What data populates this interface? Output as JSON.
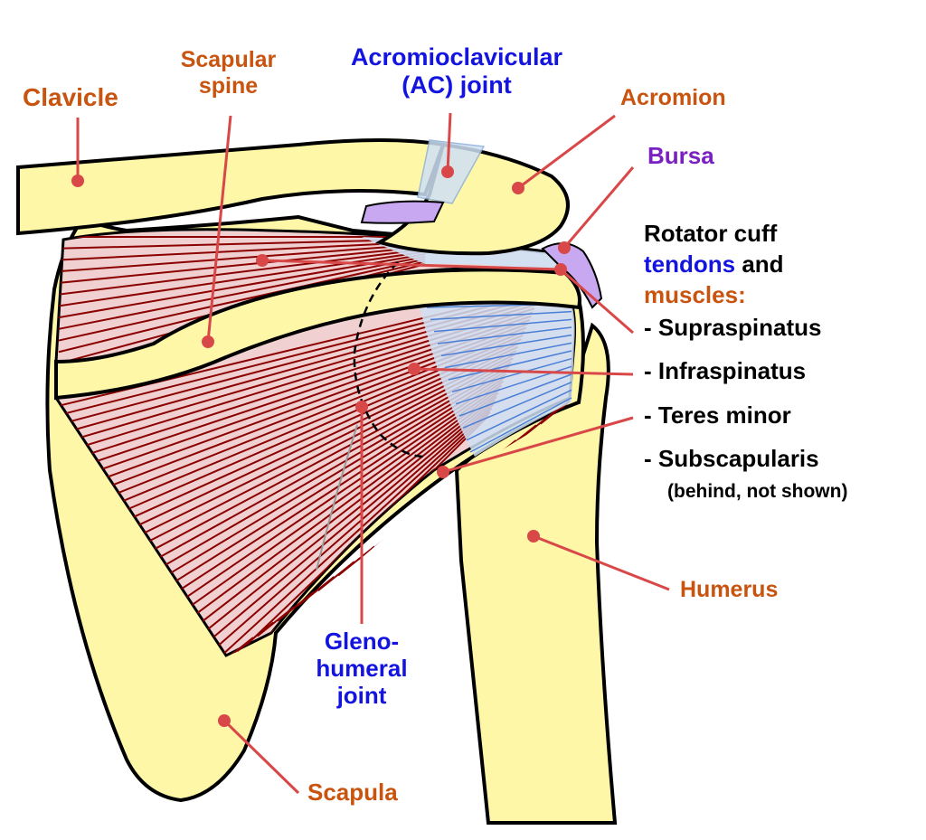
{
  "labels": {
    "clavicle": "Clavicle",
    "scapular_spine_1": "Scapular",
    "scapular_spine_2": "spine",
    "ac_joint_1": "Acromioclavicular",
    "ac_joint_2": "(AC) joint",
    "acromion": "Acromion",
    "bursa": "Bursa",
    "humerus": "Humerus",
    "scapula": "Scapula",
    "gh_joint_1": "Gleno-",
    "gh_joint_2": "humeral",
    "gh_joint_3": "joint"
  },
  "legend": {
    "line1": "Rotator cuff",
    "tendons": "tendons",
    "and": " and",
    "muscles": "muscles:",
    "items": [
      "- Supraspinatus",
      "- Infraspinatus",
      "- Teres minor",
      "- Subscapularis"
    ],
    "note": "(behind, not shown)"
  },
  "colors": {
    "bone_fill": "#fff7a8",
    "outline": "#000000",
    "muscle_fill": "#f0d0d0",
    "muscle_fiber": "#8b0000",
    "tendon_fill": "#cfe1f5",
    "tendon_fiber": "#4a7fd6",
    "bursa_fill": "#c8a8f0",
    "leader": "#d94848",
    "bone_label": "#c8540f",
    "joint_label": "#1414e0",
    "bursa_label": "#7a1fc0"
  }
}
